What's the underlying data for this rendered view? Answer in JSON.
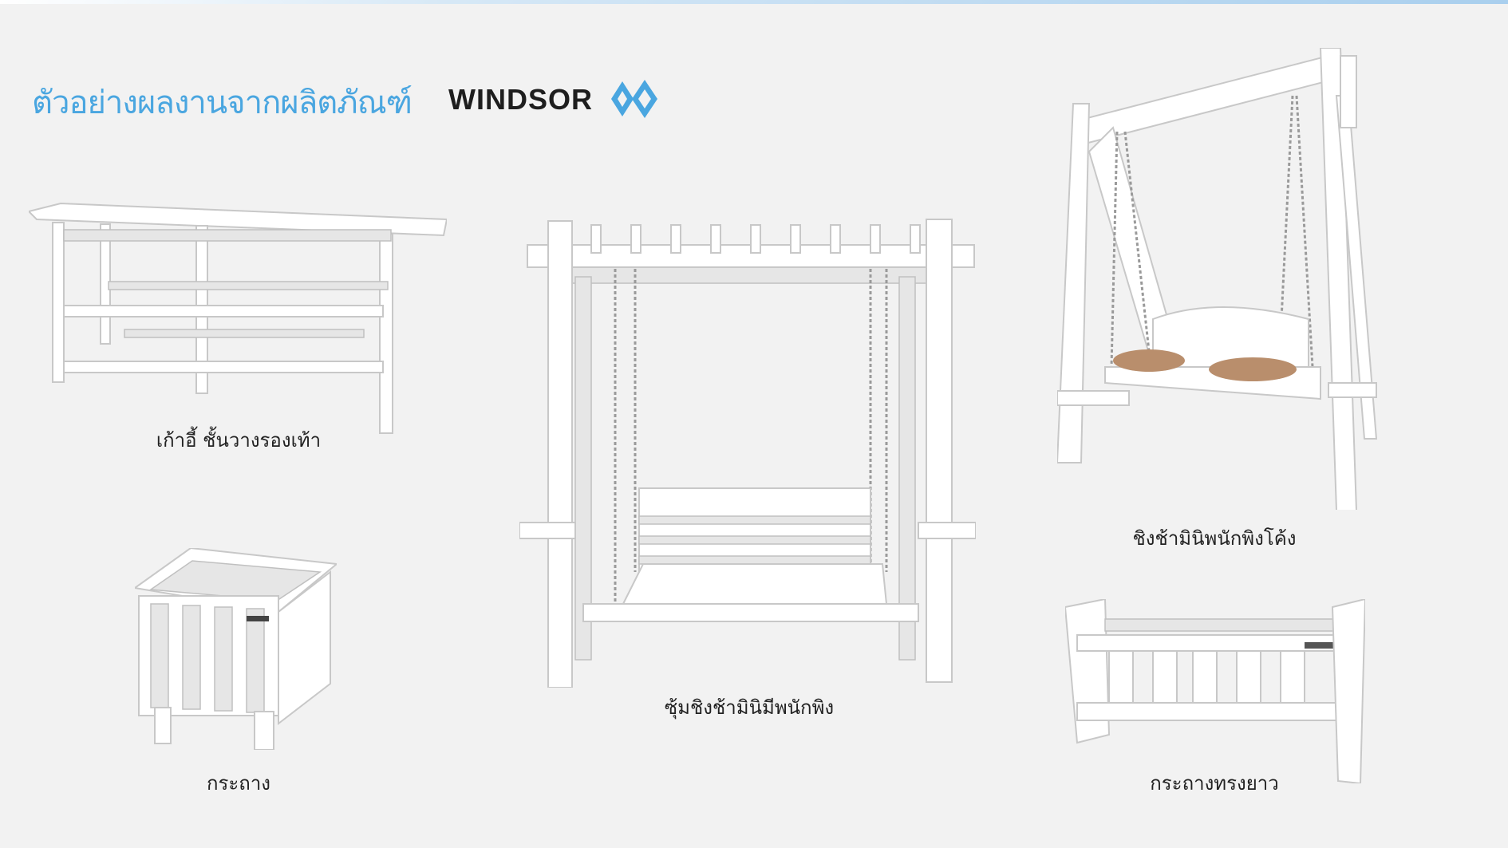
{
  "header": {
    "title": "ตัวอย่างผลงานจากผลิตภัณฑ์",
    "brand": "WINDSOR",
    "brand_color": "#4aa6e0"
  },
  "products": [
    {
      "caption": "เก้าอี้ ชั้นวางรองเท้า"
    },
    {
      "caption": "กระถาง"
    },
    {
      "caption": "ซุ้มชิงช้ามินิมีพนักพิง"
    },
    {
      "caption": "ชิงช้ามินิพนักพิงโค้ง"
    },
    {
      "caption": "กระถางทรงยาว"
    }
  ]
}
